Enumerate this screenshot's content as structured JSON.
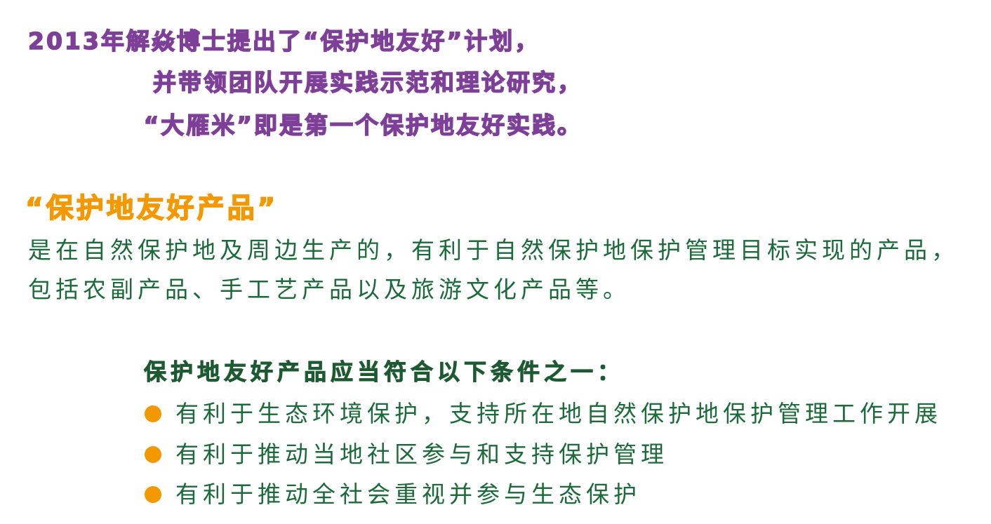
{
  "intro": {
    "lines": [
      "2013年解焱博士提出了“保护地友好”计划，",
      "并带领团队开展实践示范和理论研究，",
      "“大雁米”即是第一个保护地友好实践。"
    ]
  },
  "definition": {
    "title": "“保护地友好产品”",
    "lines": [
      "是在自然保护地及周边生产的，有利于自然保护地保护管理目标实现的产品，",
      "包括农副产品、手工艺产品以及旅游文化产品等。"
    ]
  },
  "criteria": {
    "heading": "保护地友好产品应当符合以下条件之一：",
    "items": [
      "有利于生态环境保护，支持所在地自然保护地保护管理工作开展",
      "有利于推动当地社区参与和支持保护管理",
      "有利于推动全社会重视并参与生态保护"
    ]
  },
  "colors": {
    "purple": "#7e3f98",
    "orange": "#f39800",
    "green": "#1b6b3a"
  }
}
